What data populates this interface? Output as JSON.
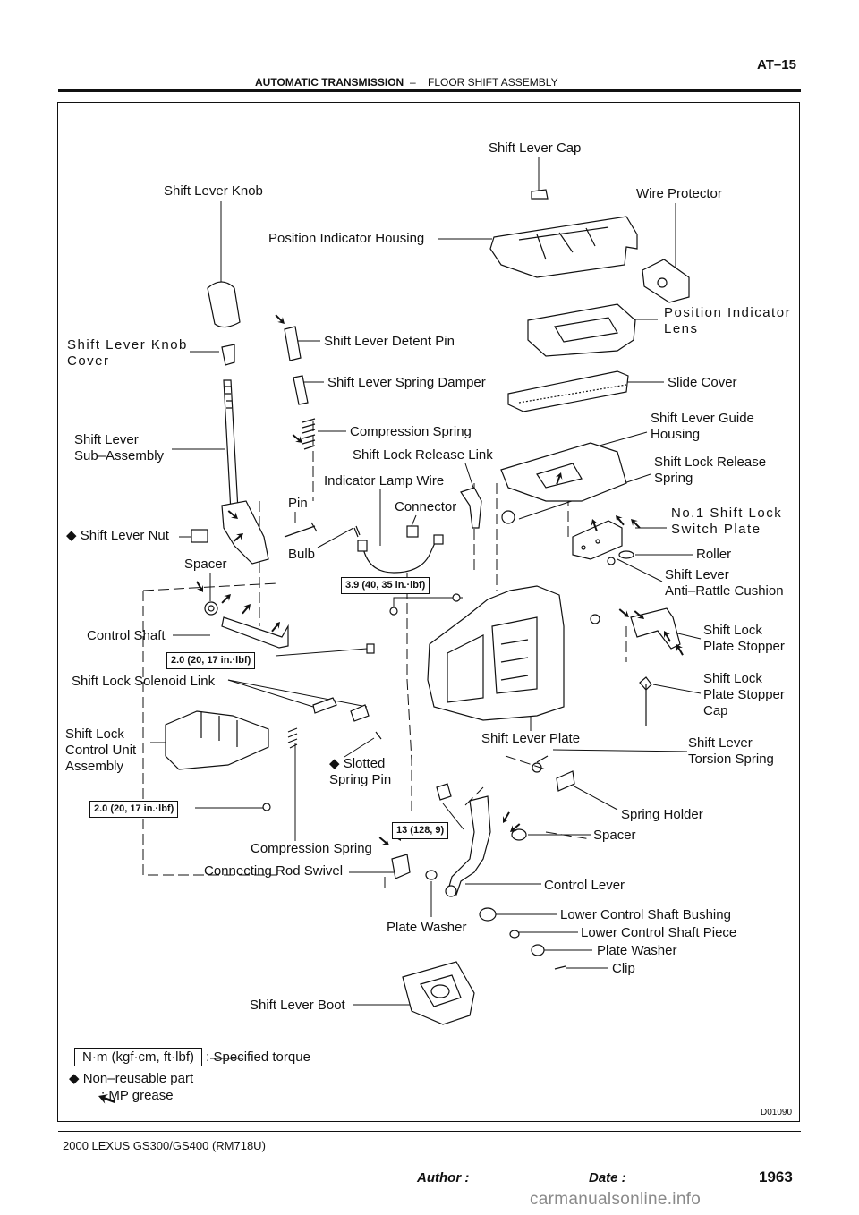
{
  "header": {
    "title": "AUTOMATIC TRANSMISSION",
    "separator": "–",
    "subtitle": "FLOOR SHIFT ASSEMBLY",
    "page_code": "AT–15"
  },
  "parts": {
    "shift_lever_cap": "Shift Lever Cap",
    "shift_lever_knob": "Shift Lever Knob",
    "wire_protector": "Wire Protector",
    "position_indicator_housing": "Position Indicator Housing",
    "position_indicator_lens": "Position Indicator\nLens",
    "shift_lever_knob_cover": "Shift Lever Knob\nCover",
    "shift_lever_detent_pin": "Shift Lever Detent Pin",
    "shift_lever_spring_damper": "Shift Lever Spring Damper",
    "slide_cover": "Slide Cover",
    "shift_lever_guide_housing": "Shift Lever Guide\nHousing",
    "compression_spring_upper": "Compression Spring",
    "shift_lever_sub_assembly": "Shift Lever\nSub–Assembly",
    "shift_lock_release_link": "Shift Lock Release Link",
    "shift_lock_release_spring": "Shift Lock Release\nSpring",
    "indicator_lamp_wire": "Indicator Lamp Wire",
    "pin": "Pin",
    "connector": "Connector",
    "no1_shift_lock_switch_plate": "No.1 Shift Lock\nSwitch Plate",
    "shift_lever_nut": "Shift Lever Nut",
    "roller": "Roller",
    "spacer_upper": "Spacer",
    "bulb": "Bulb",
    "shift_lever_anti_rattle_cushion": "Shift Lever\nAnti–Rattle Cushion",
    "shift_lock_plate_stopper": "Shift Lock\nPlate Stopper",
    "control_shaft": "Control Shaft",
    "shift_lock_solenoid_link": "Shift Lock Solenoid Link",
    "shift_lock_plate_stopper_cap": "Shift Lock\nPlate Stopper\nCap",
    "shift_lock_control_unit_assembly": "Shift Lock\nControl Unit\nAssembly",
    "shift_lever_plate": "Shift Lever Plate",
    "shift_lever_torsion_spring": "Shift Lever\nTorsion Spring",
    "slotted_spring_pin": "Slotted\nSpring Pin",
    "spring_holder": "Spring Holder",
    "spacer_lower": "Spacer",
    "compression_spring_lower": "Compression Spring",
    "connecting_rod_swivel": "Connecting Rod Swivel",
    "control_lever": "Control Lever",
    "lower_control_shaft_bushing": "Lower Control Shaft Bushing",
    "lower_control_shaft_piece": "Lower Control Shaft Piece",
    "plate_washer_left": "Plate Washer",
    "plate_washer_right": "Plate Washer",
    "clip": "Clip",
    "shift_lever_boot": "Shift Lever Boot"
  },
  "torques": {
    "t1": "3.9 (40, 35 in.·lbf)",
    "t2": "2.0 (20, 17 in.·lbf)",
    "t3": "2.0 (20, 17 in.·lbf)",
    "t4": "13 (128, 9)"
  },
  "legend": {
    "torque_unit": "N·m (kgf·cm, ft·lbf)",
    "torque_desc": ": Specified torque",
    "nonreusable": "Non–reusable part",
    "grease": ": MP grease"
  },
  "figure_id": "D01090",
  "footer": {
    "model": "2000 LEXUS GS300/GS400   (RM718U)",
    "author": "Author :",
    "date": "Date :",
    "number": "1963"
  },
  "watermark": "carmanualsonline.info",
  "icons": {
    "nonreusable_marker": "diamond-icon",
    "grease_marker": "arrow-icon"
  }
}
